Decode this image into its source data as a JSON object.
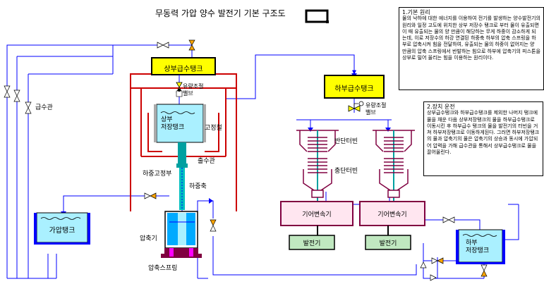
{
  "title": "무동력 가압 양수 발전기 기본 구조도",
  "labels": {
    "upper_supply_tank": "상부급수탱크",
    "lower_supply_tank": "하부급수탱크",
    "upper_storage_tank": "상부\n저장탱크",
    "pressurized_tank": "가압탱크",
    "lower_storage_tank": "하부\n저장탱크",
    "water_supply_pipe": "급수관",
    "flow_control_valve_upper": "유량조절\n밸브",
    "flow_control_valve_lower": "유량조절\n밸브",
    "fixed_plate": "고정철",
    "drain_pipe": "출수관",
    "load_fixing": "하중고정부",
    "load_shaft": "하중축",
    "compressor": "압축기",
    "compression_spring": "압축스프링",
    "reaction_turbine": "반단터빈",
    "impulse_turbine": "충단터빈",
    "gearbox_1": "기어변속기",
    "gearbox_2": "기어변속기",
    "generator_1": "발전기",
    "generator_2": "발전기"
  },
  "note1": {
    "heading": "1.기본 원리",
    "body": "물의 낙하에 대한 에너지를 이용하여 전기를 발생하는 양수발전기의 원리와 일정 고도에 위치한 상부 저장수 탱크로 부터 물이 유출되면 이 때 유출되는 물의 양 만큼이 해당하는 무게 하중이 감소하게 되는데, 이로 저장수의 하강 연결된 하중축 하부의 압축 스프링을 하부로 압축시켜 힘을 전달하여, 유출되는 물의 하중이 없어지는 양 만큼의 압축 스프링에서 반발하는 힘으로 하부에 압축기의 피스톤을 상부로 밀어 올리는 힘을 이용하는 원리이다."
  },
  "note2": {
    "heading": "2.장치 운전",
    "body": "상부급수탱크와 하부급수탱크를 제외한 나머지 탱크에 물을 채운 다음 상부저장탱크의 물을 하부급수탱크로 이동시킨 후 하부급수 탱크의 물을 발전기의 터빈을 거쳐 하부저장탱크로 이동하게된다. 그러면 하부저장탱크의 물과 압축기의 물은 압축기의 상승과 동시에 가압되어 압력을 가해 급수관을 통해서 상부급수탱크로 물을 끌어올린다."
  },
  "colors": {
    "pipe_blue": "#0000ff",
    "frame_red": "#cc0000",
    "supply_tank_yellow": "#ffff00",
    "storage_tank_cyan": "#aaf0ff",
    "machine_maroon": "#800040",
    "generator_green": "#c0e8c0",
    "shaft_teal": "#00a0a0",
    "valve_orange": "#ffa500"
  },
  "icons": [
    "valve-icon",
    "check-valve-icon",
    "water-wave-icon",
    "small-rect-icon"
  ]
}
